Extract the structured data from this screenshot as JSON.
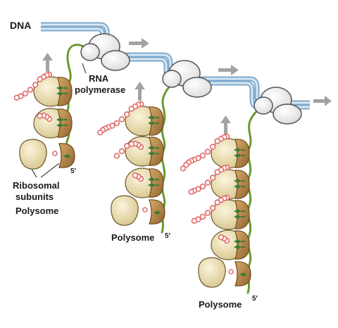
{
  "labels": {
    "dna": "DNA",
    "rna_polymerase_line1": "RNA",
    "rna_polymerase_line2": "polymerase",
    "ribosomal_line1": "Ribosomal",
    "ribosomal_line2": "subunits",
    "polysome_1": "Polysome",
    "polysome_2": "Polysome",
    "polysome_3": "Polysome",
    "five_prime_1": "5′",
    "five_prime_2": "5′",
    "five_prime_3": "5′"
  },
  "colors": {
    "dna_outer": "#7fa8c9",
    "dna_inner": "#d6e7f4",
    "mrna": "#6a9a2e",
    "ribosome_large": "#ede0b4",
    "ribosome_small": "#b98848",
    "peptide": "#e06a6a",
    "trna": "#3f7a34",
    "arrow": "#a3a3a3",
    "polymerase": "#f2f2f2"
  }
}
